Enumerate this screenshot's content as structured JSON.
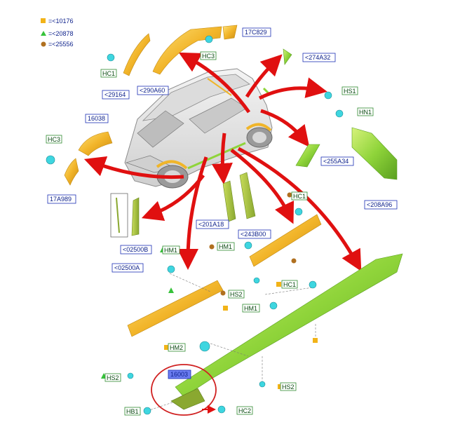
{
  "legend": [
    {
      "symbol": "square",
      "color": "#f2b318",
      "text": "=<10176"
    },
    {
      "symbol": "triangle",
      "color": "#36c23a",
      "text": "=<20878"
    },
    {
      "symbol": "circle",
      "color": "#b07020",
      "text": "=<25556"
    }
  ],
  "part_labels": {
    "p_29164": "<29164",
    "p_290A60": "<290A60",
    "p_17C829": "17C829",
    "p_274A32": "<274A32",
    "p_16038": "16038",
    "p_17A989": "17A989",
    "p_255A34": "<255A34",
    "p_208A96": "<208A96",
    "p_201A18": "<201A18",
    "p_243B00": "<243B00",
    "p_02500B": "<02500B",
    "p_02500A": "<02500A",
    "p_16003": "16003"
  },
  "fastener_labels": {
    "hc1_top": "HC1",
    "hc3_top": "HC3",
    "hc3_left": "HC3",
    "hs1": "HS1",
    "hn1": "HN1",
    "hc1_mid": "HC1",
    "hm1_left": "HM1",
    "hm1_mid": "HM1",
    "hs2_mid": "HS2",
    "hc1_low": "HC1",
    "hm1_low": "HM1",
    "hm2": "HM2",
    "hs2_left": "HS2",
    "hs2_right": "HS2",
    "hb1": "HB1",
    "hc2": "HC2"
  },
  "colors": {
    "label_border": "#1c2fb5",
    "label_text": "#0b1f8a",
    "green_label_border": "#2f8a2f",
    "arrow": "#e01010",
    "part_yellow": "#f0b52a",
    "part_green": "#8fd43a",
    "clip_cyan": "#3ed6e0",
    "highlight_circle": "#d02020",
    "highlight_label_bg": "#6b7cf0"
  }
}
